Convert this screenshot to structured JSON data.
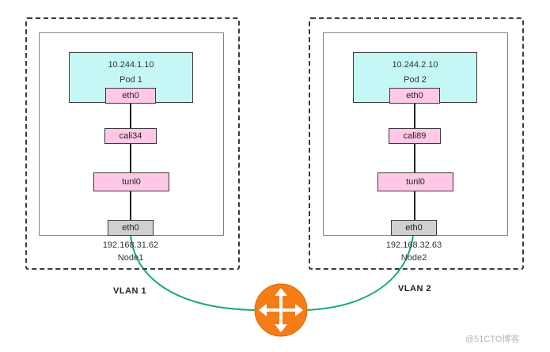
{
  "nodes": [
    {
      "pod_ip": "10.244.1.10",
      "pod_name": "Pod 1",
      "pod_eth": "eth0",
      "veth": "cali34",
      "tunnel": "tunl0",
      "host_eth": "eth0",
      "host_ip": "192.168.31.62",
      "node_name": "Node1",
      "vlan": "VLAN 1"
    },
    {
      "pod_ip": "10.244.2.10",
      "pod_name": "Pod 2",
      "pod_eth": "eth0",
      "veth": "cali89",
      "tunnel": "tunl0",
      "host_eth": "eth0",
      "host_ip": "192.168.32.63",
      "node_name": "Node2",
      "vlan": "VLAN 2"
    }
  ],
  "colors": {
    "pod_fill": "#c6f7f7",
    "interface_fill": "#ffc8e6",
    "host_eth_fill": "#d0d0d0",
    "link": "#1aab6e",
    "router": "#f57c16"
  },
  "router_icon": "router-icon",
  "watermark": "@51CTO博客"
}
